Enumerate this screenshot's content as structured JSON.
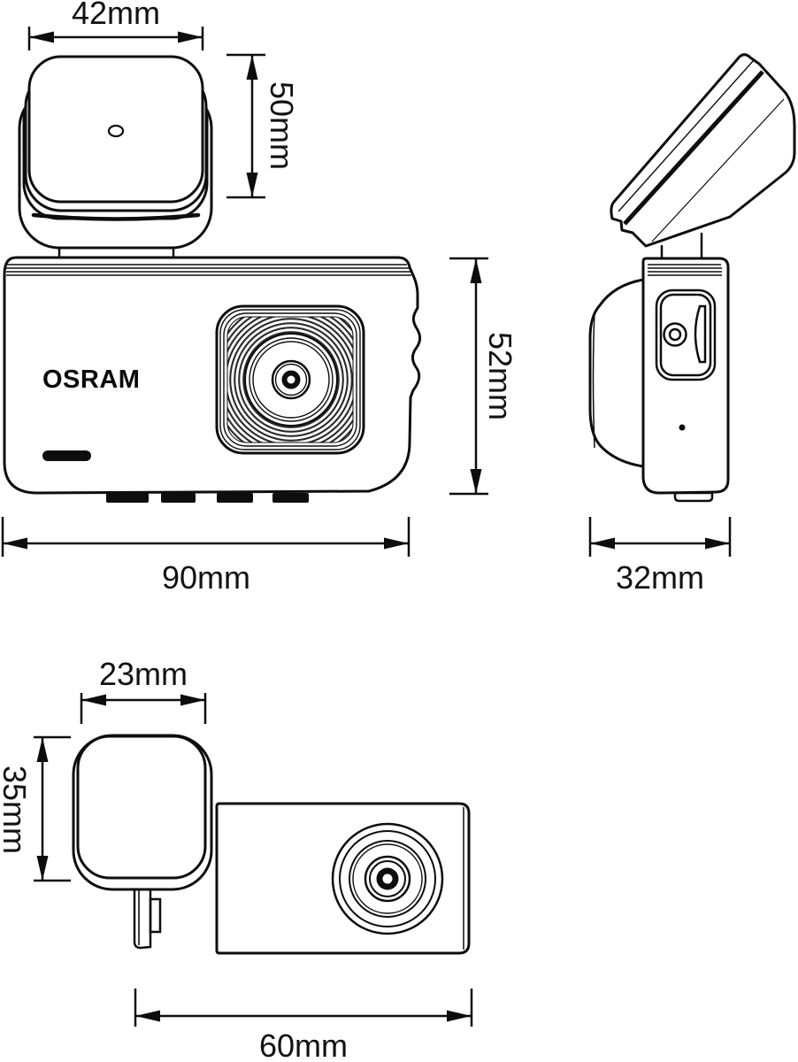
{
  "brand": "OSRAM",
  "device": "dashcam dimension drawing",
  "dimensions": {
    "mount_front_width": "42mm",
    "mount_front_height": "50mm",
    "body_front_height": "52mm",
    "body_front_width": "90mm",
    "side_depth": "32mm",
    "mount_top_width": "23mm",
    "mount_top_depth": "35mm",
    "body_top_length": "60mm"
  }
}
